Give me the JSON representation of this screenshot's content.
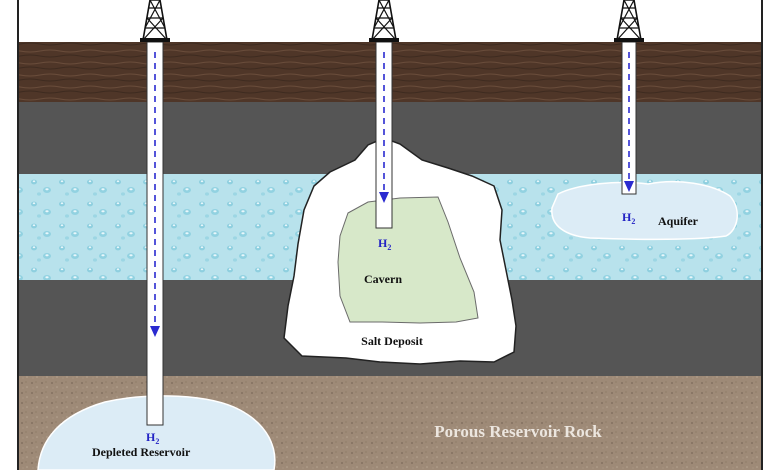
{
  "labels": {
    "depleted_reservoir": "Depleted Reservoir",
    "cavern": "Cavern",
    "salt_deposit": "Salt Deposit",
    "aquifer": "Aquifer",
    "porous_rock": "Porous Reservoir Rock"
  },
  "h2": {
    "base": "H",
    "sub": "2"
  },
  "colors": {
    "topsoil": "#4f3628",
    "shale": "#555555",
    "water": "#b8e2ec",
    "porous_rock": "#9e8a77",
    "salt": "#ffffff",
    "cavern": "#d7e8c9",
    "store_fill": "#dcecf6",
    "arrow": "#2b2bd0",
    "text_dark": "#111111",
    "text_light": "#ece6df",
    "h2_text": "#2323c4"
  },
  "icons": [
    "derrick-icon"
  ]
}
